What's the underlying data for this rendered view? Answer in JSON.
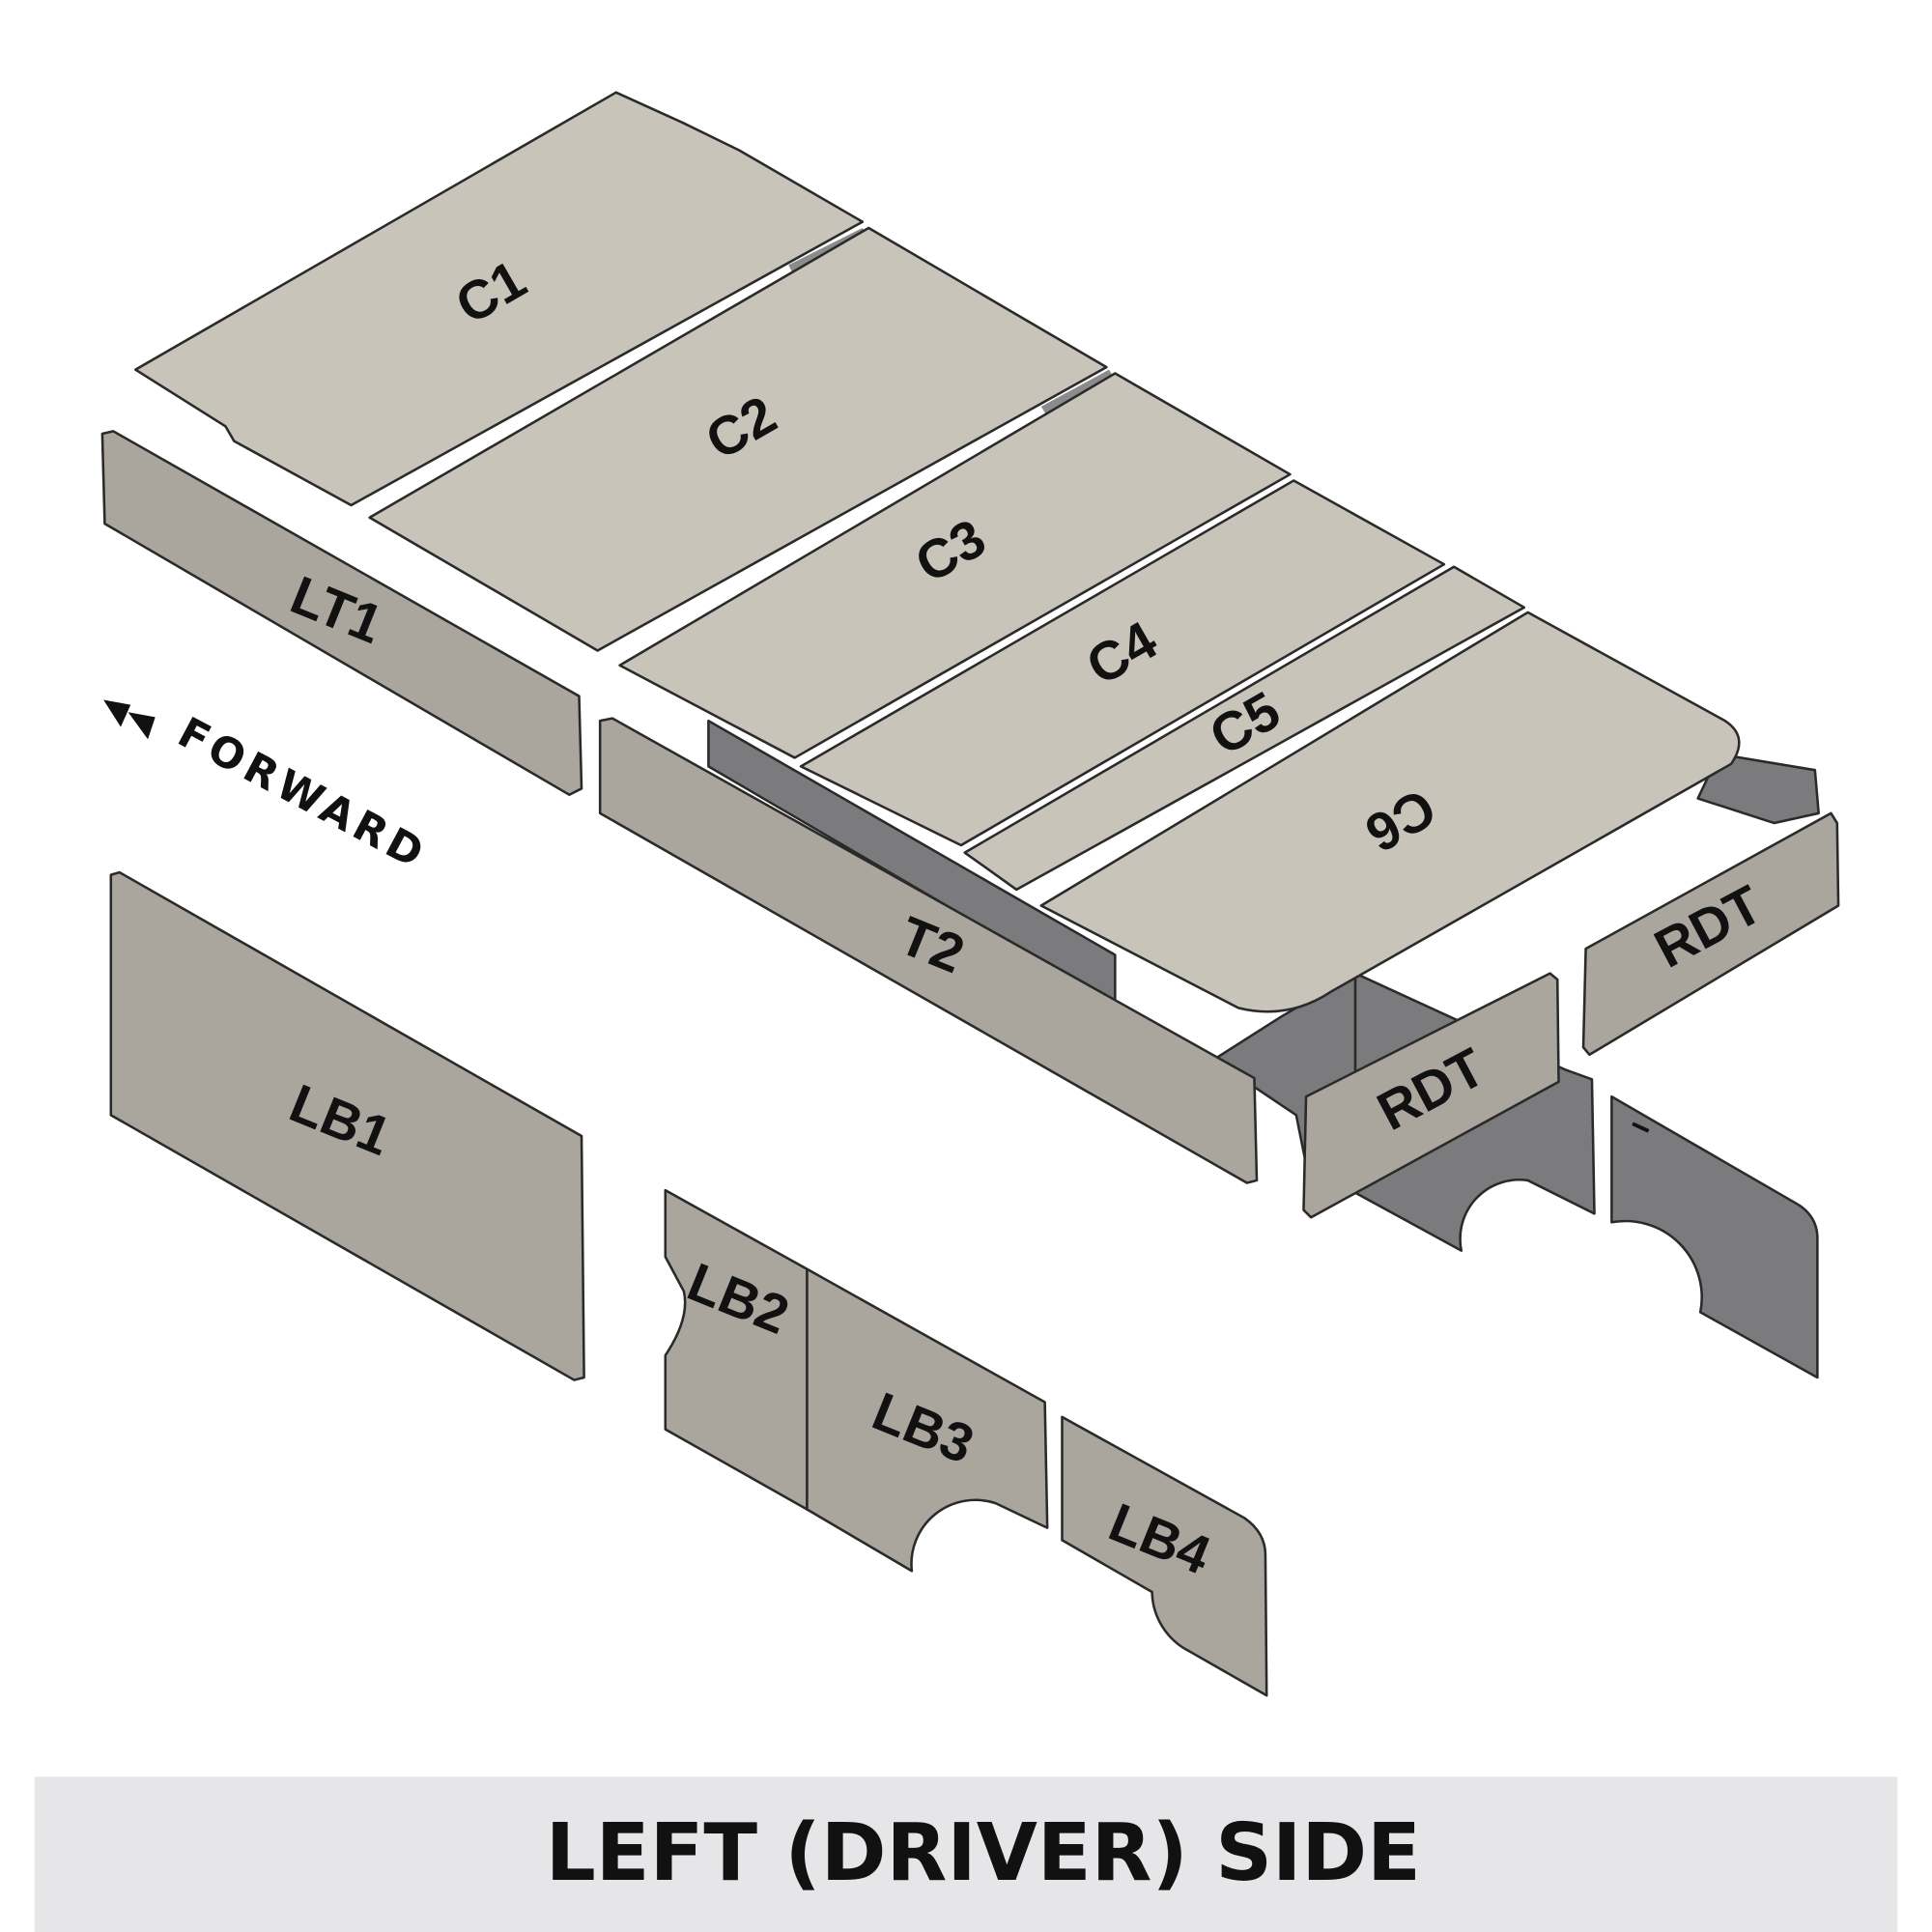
{
  "panels": {
    "c1": "C1",
    "c2": "C2",
    "c3": "C3",
    "c4": "C4",
    "c5": "C5",
    "c6": "C6",
    "lt1": "LT1",
    "t2": "T2",
    "rdt_left": "RDT",
    "rdt_right": "RDT",
    "lb1": "LB1",
    "lb2": "LB2",
    "lb3": "LB3",
    "lb4": "LB4"
  },
  "direction": {
    "label": "FORWARD",
    "icon": "double-arrow-left-icon"
  },
  "banner": {
    "title": "LEFT (DRIVER) SIDE"
  },
  "colors": {
    "panel_light": "#c9c4b9",
    "panel_mid": "#aaa69e",
    "panel_dark": "#7b7b7e",
    "banner_bg": "#e6e6e8"
  }
}
